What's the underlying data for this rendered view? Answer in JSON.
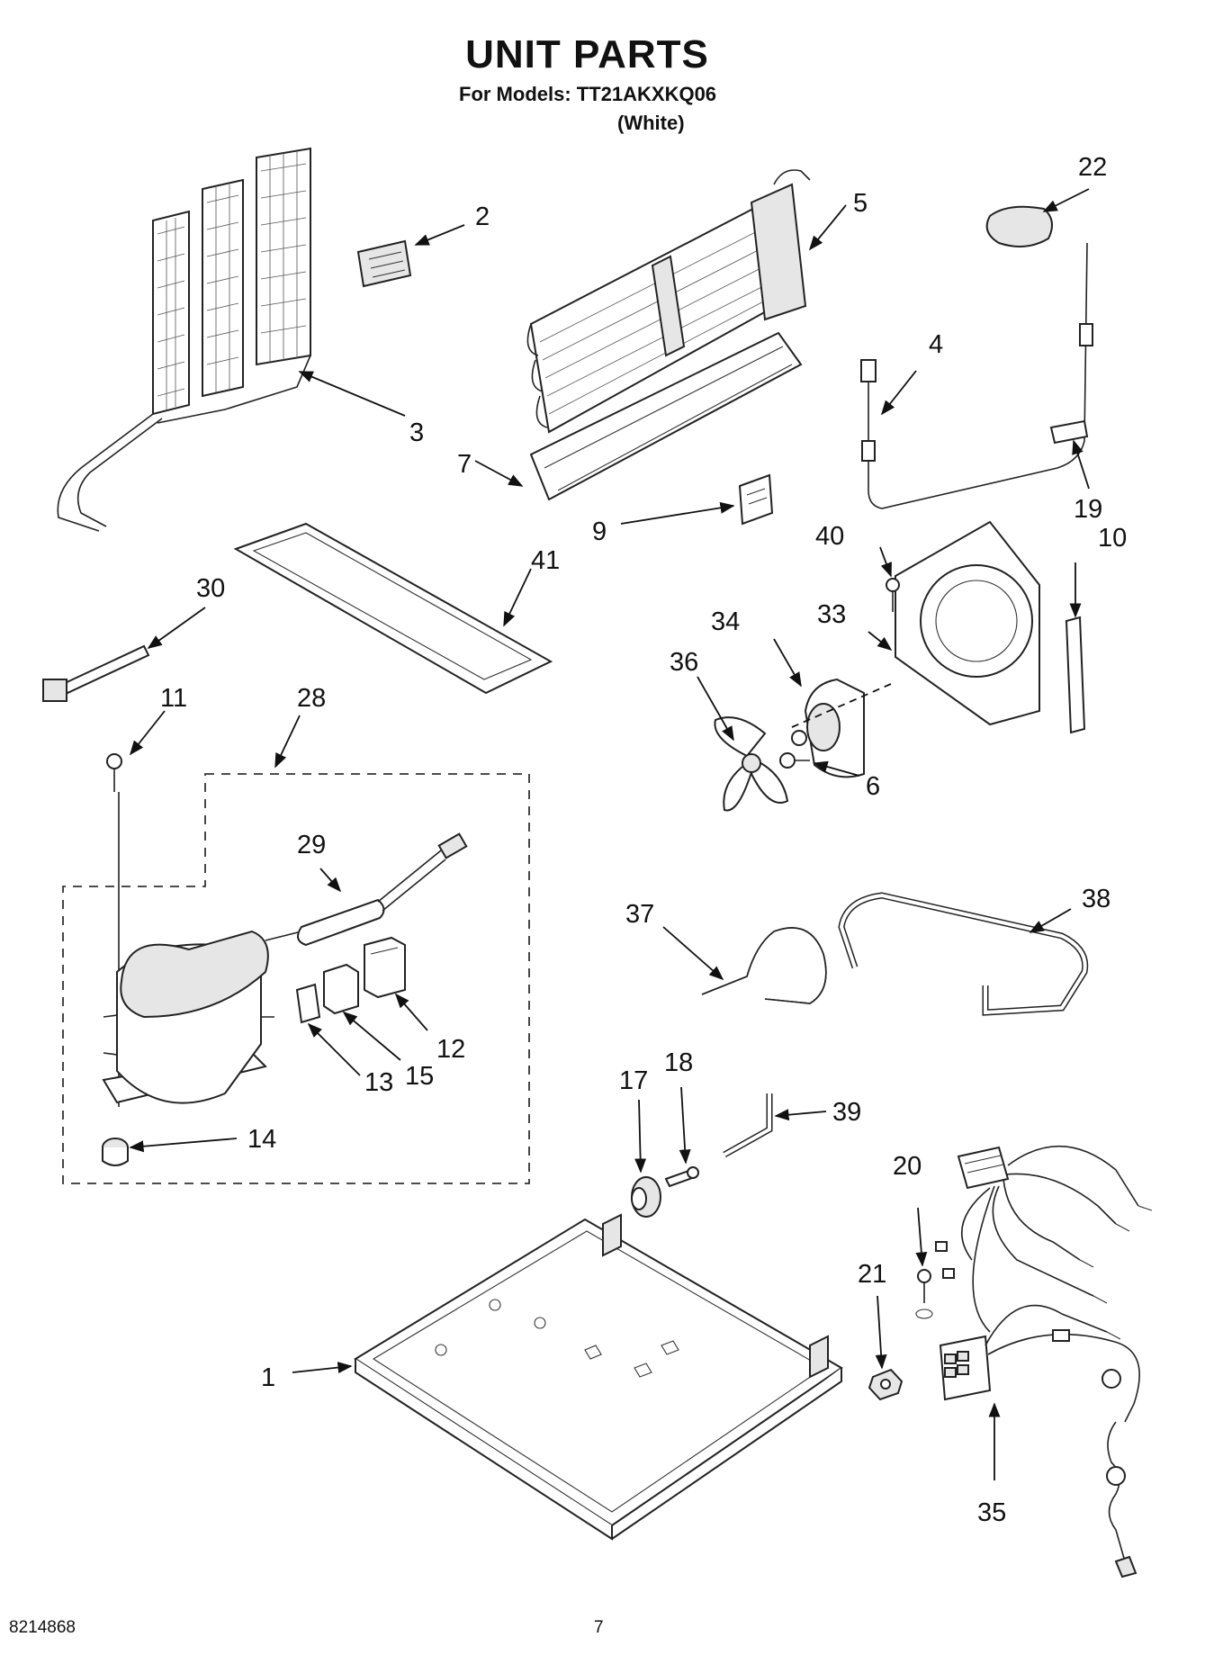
{
  "header": {
    "title": "UNIT PARTS",
    "models_line": "For Models: TT21AKXKQ06",
    "color_line": "(White)"
  },
  "footer": {
    "doc_number": "8214868",
    "page_number": "7"
  },
  "callouts": {
    "c1": "1",
    "c2": "2",
    "c3": "3",
    "c4": "4",
    "c5": "5",
    "c6": "6",
    "c7": "7",
    "c9": "9",
    "c10": "10",
    "c11": "11",
    "c12": "12",
    "c13": "13",
    "c14": "14",
    "c15": "15",
    "c17": "17",
    "c18": "18",
    "c19": "19",
    "c20": "20",
    "c21": "21",
    "c22": "22",
    "c28": "28",
    "c29": "29",
    "c30": "30",
    "c33": "33",
    "c34": "34",
    "c35": "35",
    "c36": "36",
    "c37": "37",
    "c38": "38",
    "c39": "39",
    "c40": "40",
    "c41": "41"
  }
}
